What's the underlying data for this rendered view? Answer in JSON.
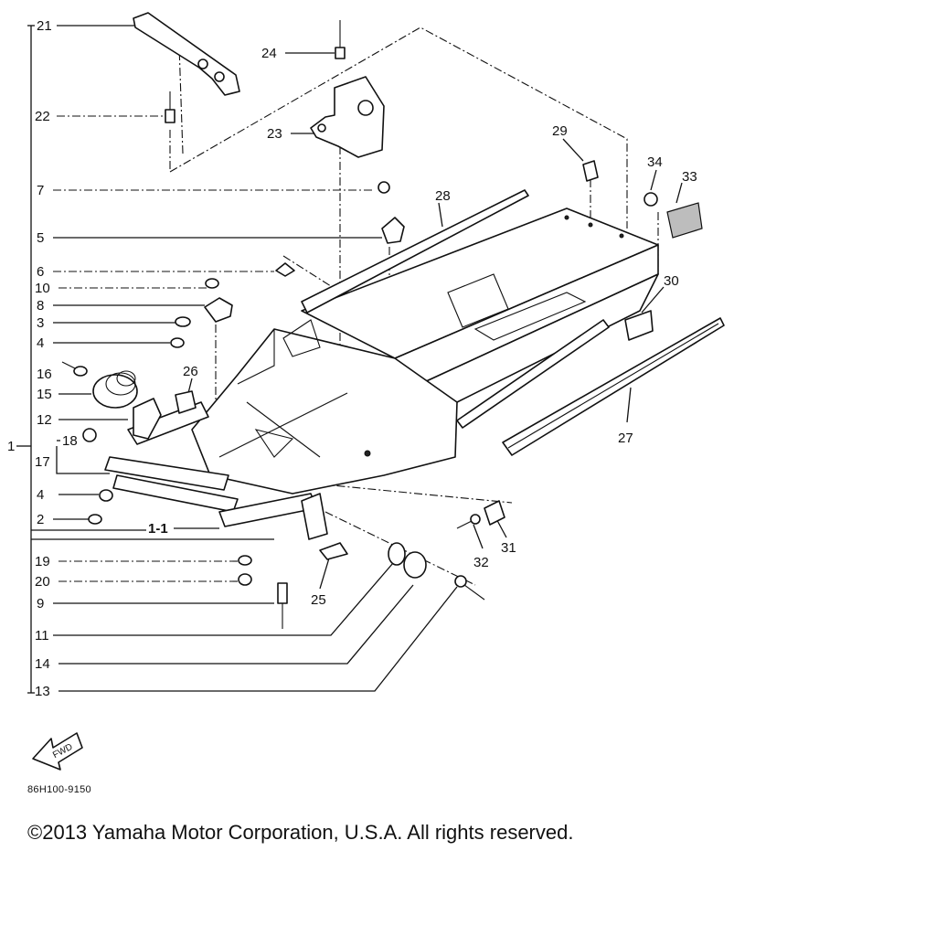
{
  "diagram": {
    "callouts": {
      "c21": "21",
      "c22": "22",
      "c7": "7",
      "c5": "5",
      "c6": "6",
      "c10": "10",
      "c8": "8",
      "c3": "3",
      "c4a": "4",
      "c16": "16",
      "c15": "15",
      "c12": "12",
      "c1": "1",
      "c17": "17",
      "c18": "18",
      "c4b": "4",
      "c2": "2",
      "c1_1": "1-1",
      "c19": "19",
      "c20": "20",
      "c9": "9",
      "c11": "11",
      "c14": "14",
      "c13": "13",
      "c24": "24",
      "c23": "23",
      "c28": "28",
      "c29": "29",
      "c34": "34",
      "c33": "33",
      "c30": "30",
      "c27": "27",
      "c26": "26",
      "c25": "25",
      "c31": "31",
      "c32": "32"
    },
    "fwd_label": "FWD",
    "drawing_code": "86H100-9150"
  },
  "footer": {
    "copyright": "©2013 Yamaha Motor Corporation, U.S.A. All rights reserved."
  }
}
